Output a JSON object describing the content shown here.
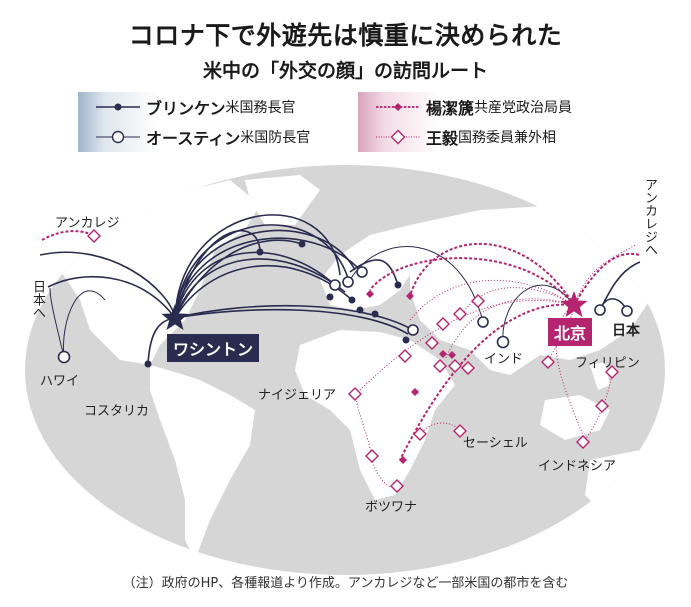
{
  "title": "コロナ下で外遊先は慎重に決められた",
  "subtitle": "米中の「外交の顔」の訪問ルート",
  "legend": {
    "blinken_name": "ブリンケン",
    "blinken_role": "米国務長官",
    "austin_name": "オースティン",
    "austin_role": "米国防長官",
    "yang_name": "楊潔篪",
    "yang_role": "共産党政治局員",
    "wang_name": "王毅",
    "wang_role": "国務委員兼外相"
  },
  "colors": {
    "us": "#2a2c4f",
    "china": "#b5246e",
    "globe": "#d6d6d6",
    "land": "#ffffff"
  },
  "places": {
    "washington": "ワシントン",
    "beijing": "北京",
    "anchorage_west": "アンカレジ",
    "to_japan": "日本へ",
    "hawaii": "ハワイ",
    "costa_rica": "コスタリカ",
    "nigeria": "ナイジェリア",
    "seychelles": "セーシェル",
    "botswana": "ボツワナ",
    "india": "インド",
    "indonesia": "インドネシア",
    "philippines": "フィリピン",
    "japan": "日本",
    "to_anchorage": "アンカレジへ"
  },
  "footnote": "（注）政府のHP、各種報道より作成。アンカレジなど一部米国の都市を含む"
}
